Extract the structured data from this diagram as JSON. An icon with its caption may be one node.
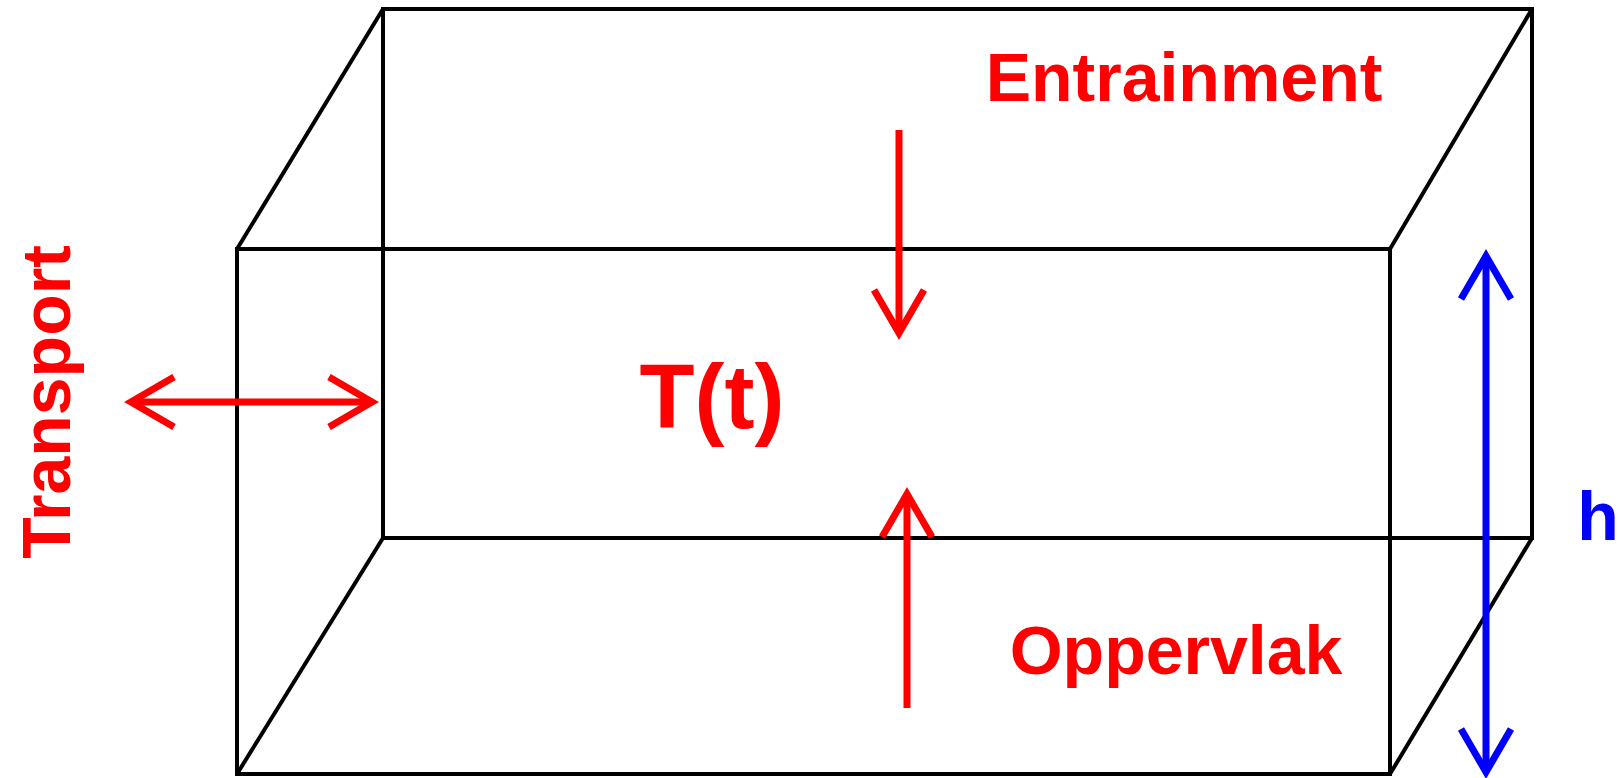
{
  "diagram": {
    "labels": [
      "Entrainment",
      "T(t)",
      "Transport",
      "h",
      "Oppervlak"
    ]
  }
}
